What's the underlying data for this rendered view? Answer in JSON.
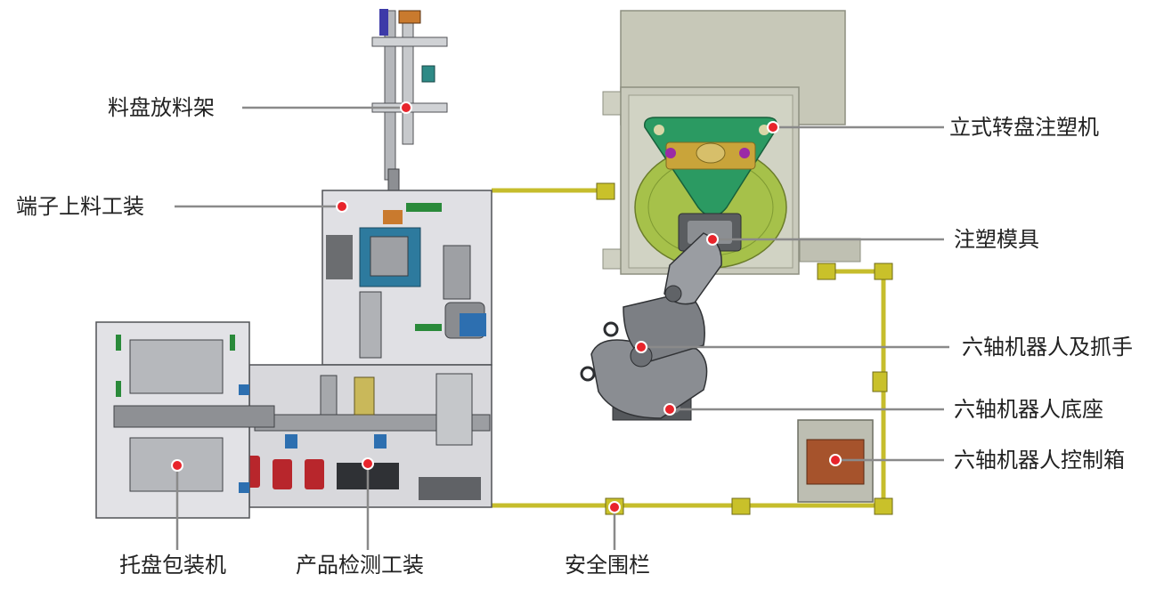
{
  "labels": {
    "tray_rack": "料盘放料架",
    "terminal_loading": "端子上料工装",
    "tray_packaging": "托盘包装机",
    "product_inspection": "产品检测工装",
    "safety_fence": "安全围栏",
    "vertical_injection_machine": "立式转盘注塑机",
    "injection_mold": "注塑模具",
    "robot_arm": "六轴机器人及抓手",
    "robot_base": "六轴机器人底座",
    "robot_controller": "六轴机器人控制箱"
  },
  "colors": {
    "leader_line": "#8a8a8a",
    "marker_fill": "#e8242b",
    "marker_ring": "#ffffff",
    "fence": "#c9c12a",
    "machine_body": "#c4c7b6",
    "turntable": "#9cbb3c",
    "fixture_plate": "#24965e",
    "plate_grey": "#dcdce0",
    "controller_box": "#a2502a"
  }
}
